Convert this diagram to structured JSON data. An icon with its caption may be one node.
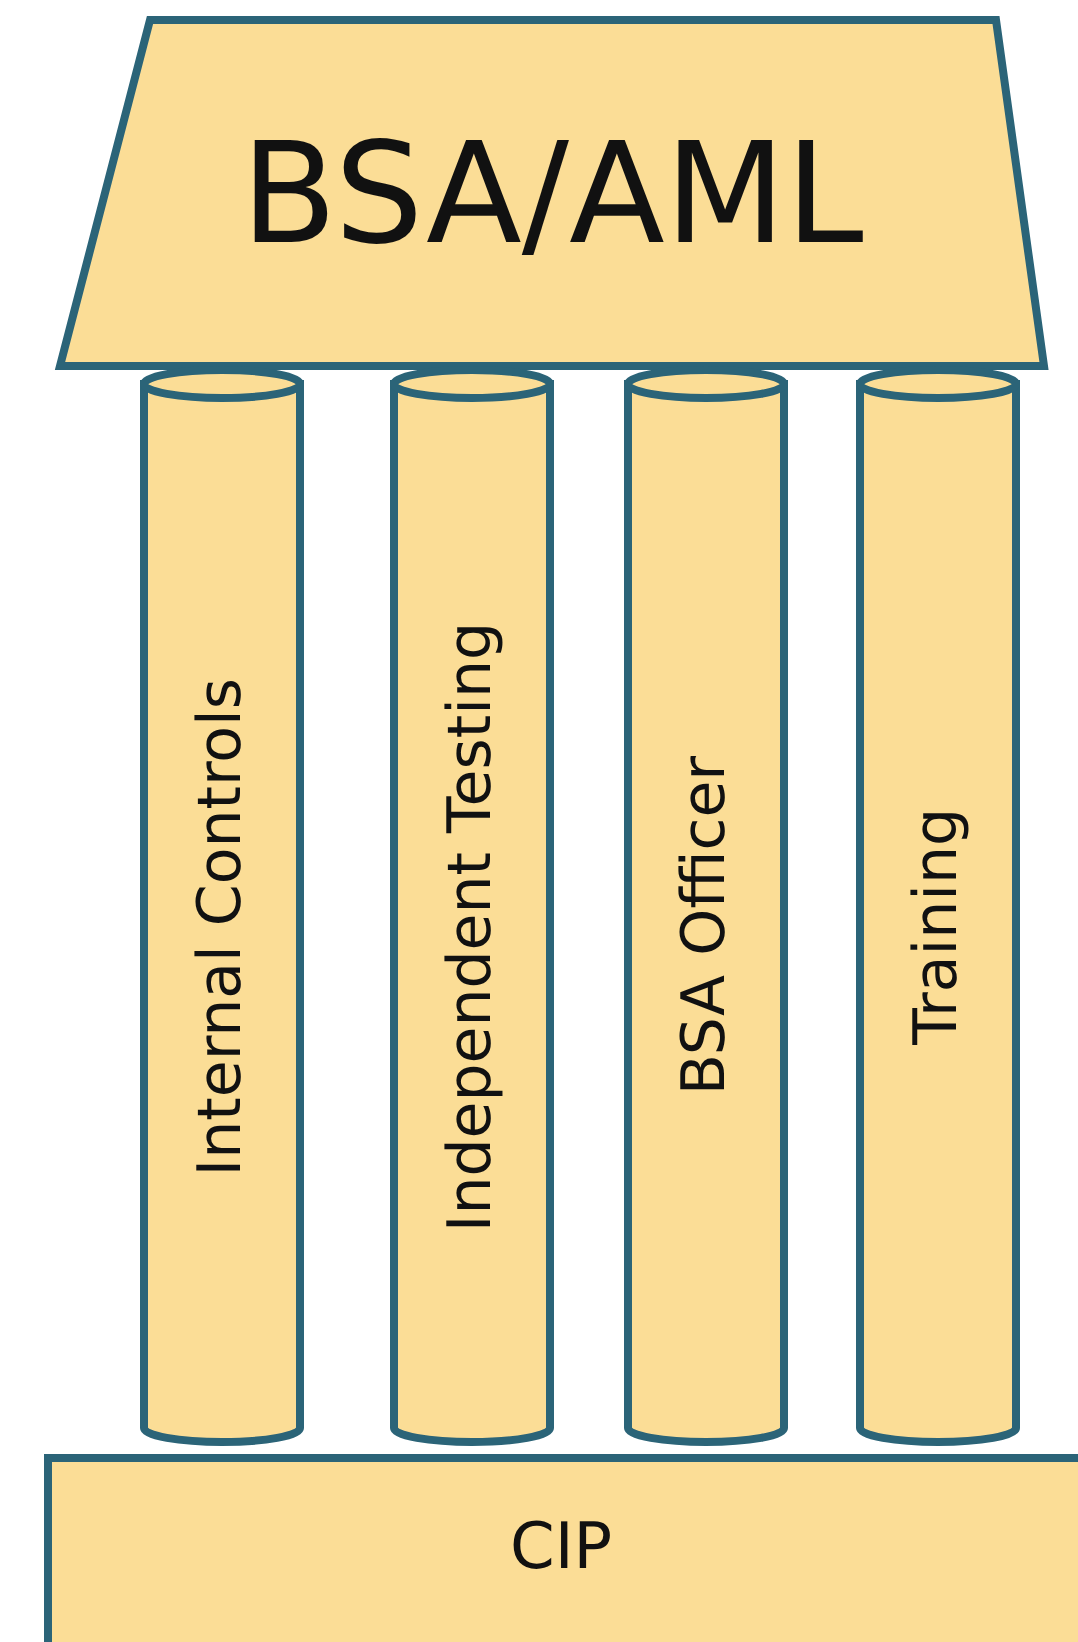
{
  "diagram": {
    "nodes": [
      {
        "text": [
          "BSA/AML"
        ]
      },
      {
        "text": [
          "Internal Controls"
        ]
      },
      {
        "text": [
          "Independent Testing"
        ]
      },
      {
        "text": [
          "BSA Officer"
        ]
      },
      {
        "text": [
          "Training"
        ]
      },
      {
        "text": [
          "CIP"
        ]
      }
    ]
  }
}
